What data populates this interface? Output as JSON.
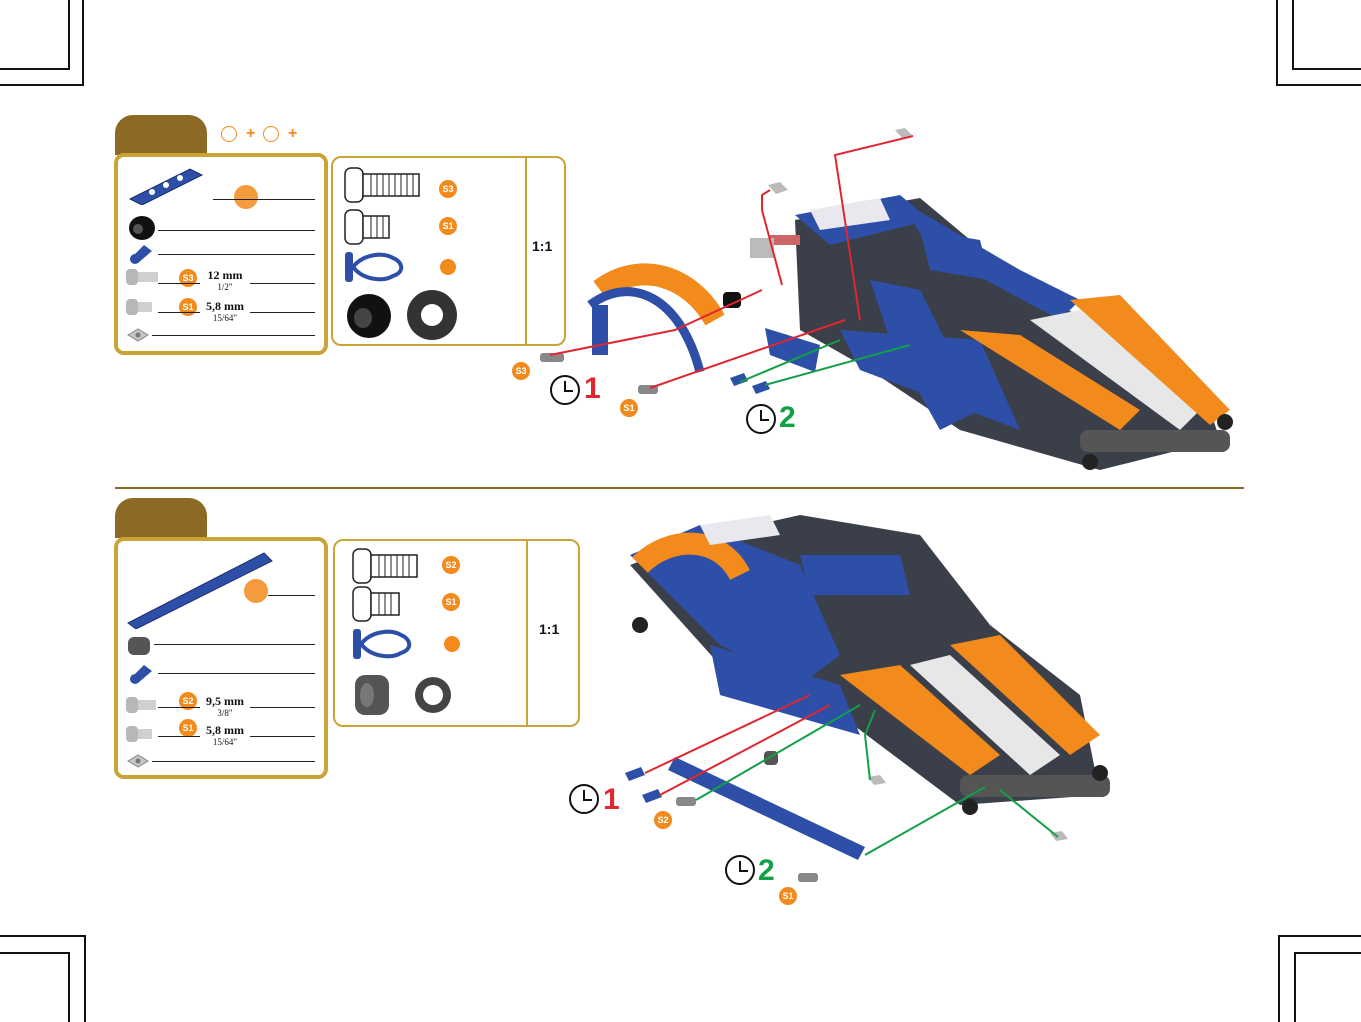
{
  "step1": {
    "parts": [
      {
        "icon": "short-strip-icon"
      },
      {
        "icon": "black-spacer-icon"
      },
      {
        "icon": "blue-clip-icon"
      },
      {
        "icon": "screw-s3-icon",
        "badge": "S3",
        "dim": "12 mm",
        "dim_inch": "1/2\""
      },
      {
        "icon": "screw-s1-icon",
        "badge": "S1",
        "dim": "5,8 mm",
        "dim_inch": "15/64\""
      },
      {
        "icon": "square-nut-icon"
      }
    ],
    "scale_badges": [
      "S3",
      "S1"
    ],
    "ratio": "1:1",
    "callouts": {
      "s3": "S3",
      "s1": "S1",
      "step1_num": "1",
      "step2_num": "2"
    }
  },
  "step2": {
    "parts": [
      {
        "icon": "long-strip-icon"
      },
      {
        "icon": "gray-spacer-icon"
      },
      {
        "icon": "blue-clip-icon"
      },
      {
        "icon": "screw-s2-icon",
        "badge": "S2",
        "dim": "9,5 mm",
        "dim_inch": "3/8\""
      },
      {
        "icon": "screw-s1-icon",
        "badge": "S1",
        "dim": "5,8 mm",
        "dim_inch": "15/64\""
      },
      {
        "icon": "square-nut-icon"
      }
    ],
    "scale_badges": [
      "S2",
      "S1"
    ],
    "ratio": "1:1",
    "callouts": {
      "s2": "S2",
      "s1": "S1",
      "step1_num": "1",
      "step2_num": "2"
    }
  },
  "colors": {
    "gold": "#c9a436",
    "tab_brown": "#8c6a25",
    "orange": "#f28a1c",
    "blue": "#2e4fa8",
    "red": "#e0262e",
    "green": "#11a046"
  }
}
